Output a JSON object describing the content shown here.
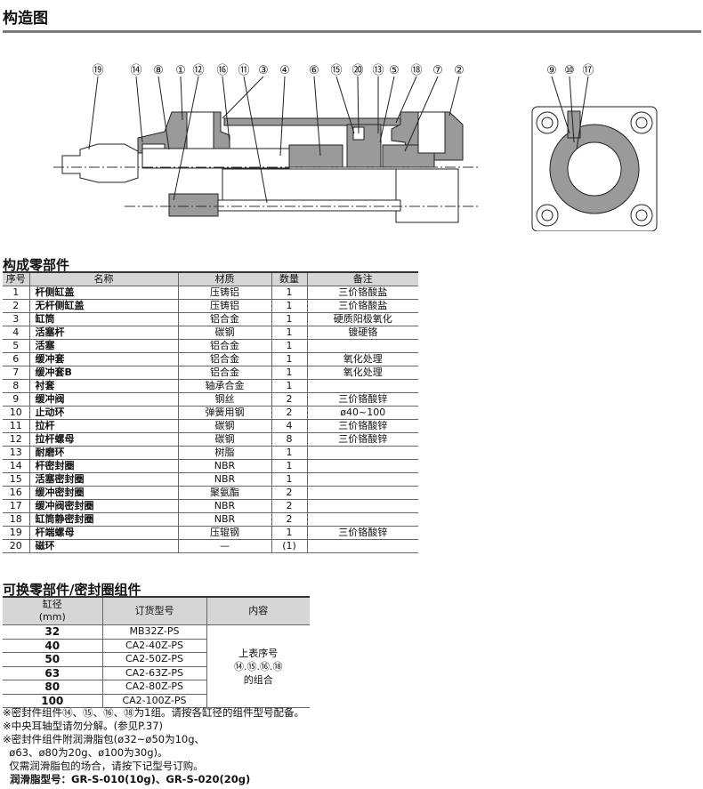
{
  "title": "构造图",
  "diagram": {
    "side_callouts": [
      "⑲",
      "⑭",
      "⑧",
      "①",
      "⑫",
      "⑯",
      "⑪",
      "③",
      "④",
      "⑥",
      "⑮",
      "⑳",
      "⑬",
      "⑤",
      "⑱",
      "⑦",
      "②"
    ],
    "end_callouts": [
      "⑨",
      "⑩",
      "⑰"
    ]
  },
  "parts": {
    "heading": "构成零部件",
    "headers": [
      "序号",
      "名称",
      "材质",
      "数量",
      "备注"
    ],
    "rows": [
      [
        "1",
        "杆侧缸盖",
        "压铸铝",
        "1",
        "三价铬酸盐"
      ],
      [
        "2",
        "无杆侧缸盖",
        "压铸铝",
        "1",
        "三价铬酸盐"
      ],
      [
        "3",
        "缸筒",
        "铝合金",
        "1",
        "硬质阳极氧化"
      ],
      [
        "4",
        "活塞杆",
        "碳钢",
        "1",
        "镀硬铬"
      ],
      [
        "5",
        "活塞",
        "铝合金",
        "1",
        ""
      ],
      [
        "6",
        "缓冲套",
        "铝合金",
        "1",
        "氧化处理"
      ],
      [
        "7",
        "缓冲套B",
        "铝合金",
        "1",
        "氧化处理"
      ],
      [
        "8",
        "衬套",
        "轴承合金",
        "1",
        ""
      ],
      [
        "9",
        "缓冲阀",
        "钢丝",
        "2",
        "三价铬酸锌"
      ],
      [
        "10",
        "止动环",
        "弹簧用钢",
        "2",
        "ø40~100"
      ],
      [
        "11",
        "拉杆",
        "碳钢",
        "4",
        "三价铬酸锌"
      ],
      [
        "12",
        "拉杆螺母",
        "碳钢",
        "8",
        "三价铬酸锌"
      ],
      [
        "13",
        "耐磨环",
        "树脂",
        "1",
        ""
      ],
      [
        "14",
        "杆密封圈",
        "NBR",
        "1",
        ""
      ],
      [
        "15",
        "活塞密封圈",
        "NBR",
        "1",
        ""
      ],
      [
        "16",
        "缓冲密封圈",
        "聚氨酯",
        "2",
        ""
      ],
      [
        "17",
        "缓冲阀密封圈",
        "NBR",
        "2",
        ""
      ],
      [
        "18",
        "缸筒静密封圈",
        "NBR",
        "2",
        ""
      ],
      [
        "19",
        "杆端螺母",
        "压辊钢",
        "1",
        "三价铬酸锌"
      ],
      [
        "20",
        "磁环",
        "—",
        "(1)",
        ""
      ]
    ]
  },
  "kits": {
    "heading": "可换零部件/密封圈组件",
    "headers": {
      "bore_line1": "缸径",
      "bore_line2": "(mm)",
      "order": "订货型号",
      "content": "内容"
    },
    "rows": [
      [
        "32",
        "MB32Z-PS"
      ],
      [
        "40",
        "CA2-40Z-PS"
      ],
      [
        "50",
        "CA2-50Z-PS"
      ],
      [
        "63",
        "CA2-63Z-PS"
      ],
      [
        "80",
        "CA2-80Z-PS"
      ],
      [
        "100",
        "CA2-100Z-PS"
      ]
    ],
    "content_lines": [
      "上表序号",
      "⑭.⑮.⑯.⑱",
      "的组合"
    ]
  },
  "notes": [
    "※密封件组件⑭、⑮、⑯、⑱为1组。请按各缸径的组件型号配备。",
    "※中央耳轴型请勿分解。(参见P.37)",
    "※密封件组件附润滑脂包(ø32~ø50为10g、",
    "  ø63、ø80为20g、ø100为30g)。",
    "  仅需润滑脂包的场合，请按下记型号订购。"
  ],
  "grease": "  润滑脂型号：GR-S-010(10g)、GR-S-020(20g)"
}
